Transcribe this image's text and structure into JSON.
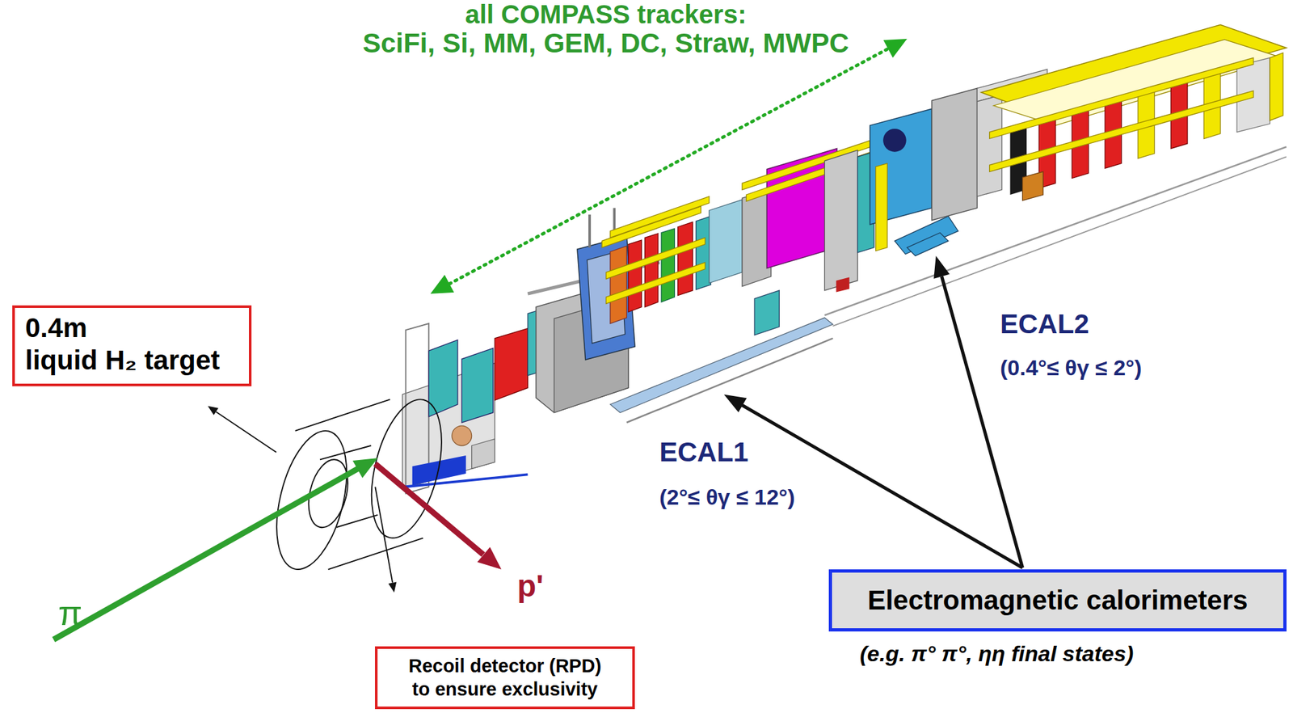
{
  "diagram": {
    "nodes": [
      {
        "text": [
          "0.4m",
          "liquid H₂ target"
        ]
      },
      {
        "text": [
          "Recoil detector (RPD) to ensure exclusivity"
        ]
      },
      {
        "text": [
          "Electromagnetic calorimeters"
        ]
      }
    ],
    "labels": [
      "all COMPASS trackers:",
      "SciFi, Si, MM, GEM, DC, Straw, MWPC",
      "π",
      "p'",
      "ECAL1",
      "(2°≤ θγ ≤ 12°)",
      "ECAL2",
      "(0.4°≤ θγ ≤ 2°)",
      "(e.g. π° π°, ηη final states)"
    ]
  }
}
